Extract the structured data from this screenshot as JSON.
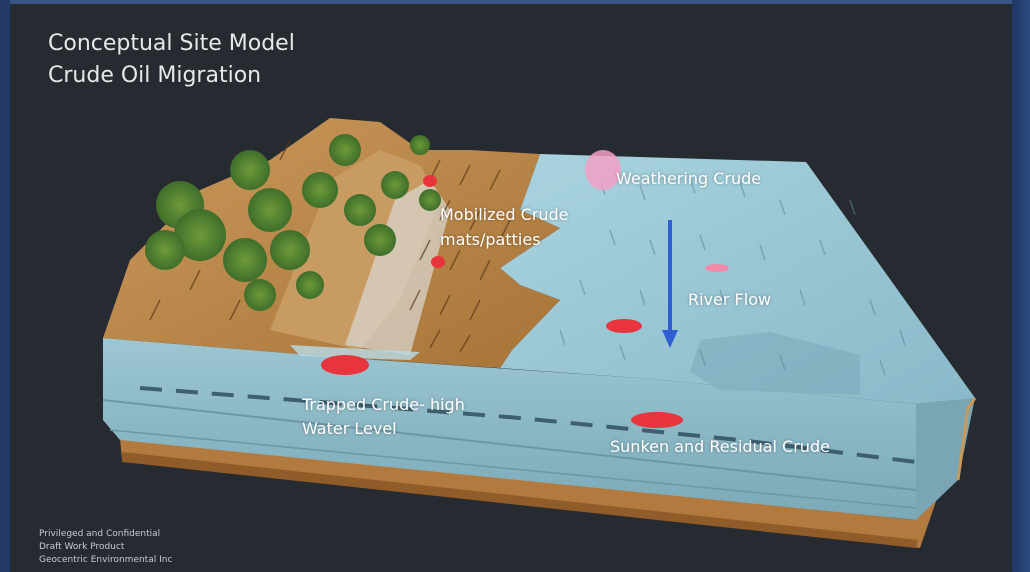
{
  "title": {
    "line1": "Conceptual Site Model",
    "line2": "Crude Oil Migration"
  },
  "labels": {
    "weathering": "Weathering Crude",
    "mobilized_line1": "Mobilized Crude",
    "mobilized_line2": "mats/patties",
    "river_flow": "River Flow",
    "trapped_line1": "Trapped Crude- high",
    "trapped_line2": "Water Level",
    "sunken": "Sunken and Residual Crude"
  },
  "footer": {
    "line1": "Privileged and Confidential",
    "line2": "Draft Work Product",
    "line3": "Geocentric Environmental Inc"
  },
  "colors": {
    "background": "#262a31",
    "water": "#8fbfd0",
    "soil": "#b88548",
    "oil": "#e8343c",
    "arrow": "#2f5fd0"
  }
}
